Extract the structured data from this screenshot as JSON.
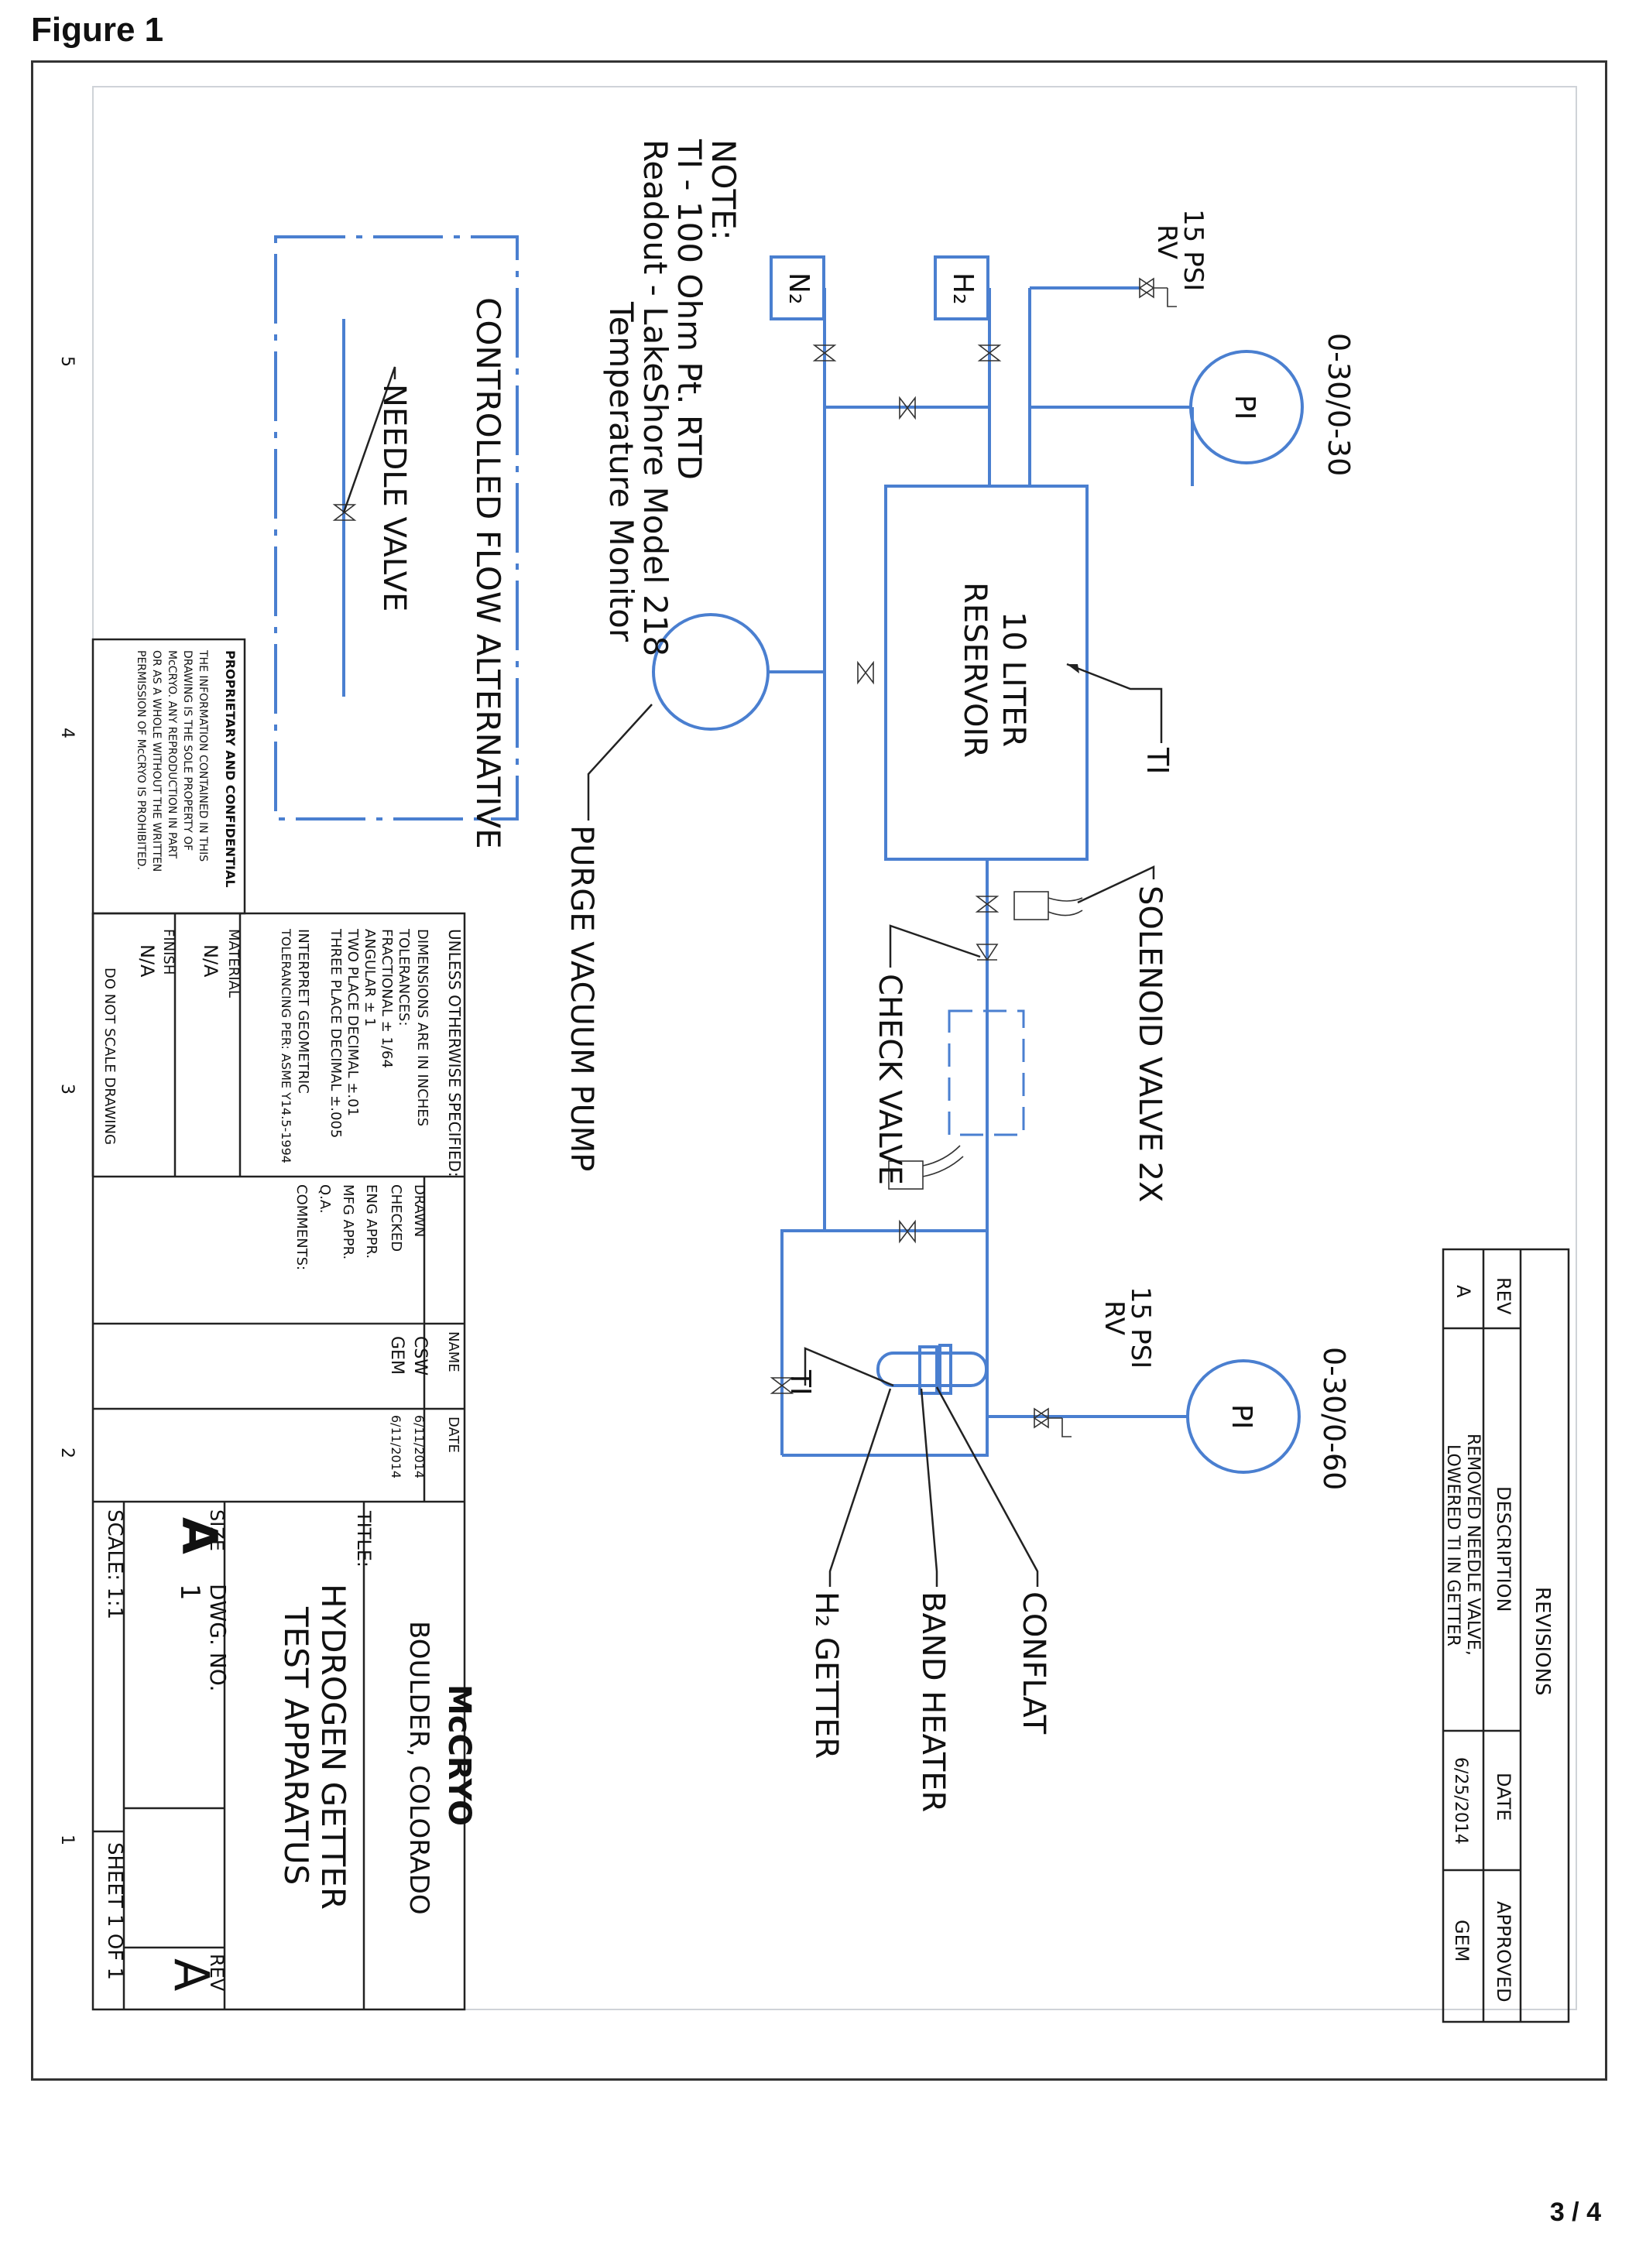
{
  "caption": "Figure 1",
  "page_number": "3 / 4",
  "gauges": {
    "left_range": "0-30/0-30",
    "right_range": "0-30/0-60",
    "gauge_label": "PI"
  },
  "relief_valves": {
    "label_psi": "15 PSI",
    "label_rv": "RV"
  },
  "gas_sources": {
    "h2": "H₂",
    "n2": "N₂"
  },
  "reservoir": {
    "line1": "10 LITER",
    "line2": "RESERVOIR"
  },
  "callouts": {
    "ti": "TI",
    "solenoid": "SOLENOID VALVE 2X",
    "check": "CHECK VALVE",
    "purge": "PURGE VACUUM PUMP",
    "conflat": "CONFLAT",
    "band_heater": "BAND HEATER",
    "getter": "H₂ GETTER",
    "getter_ti": "TI"
  },
  "note": {
    "line1": "NOTE:",
    "line2": "TI - 100 Ohm Pt. RTD",
    "line3": "Readout - LakeShore Model 218",
    "line4": "Temperature Monitor"
  },
  "alt_box": {
    "title": "CONTROLLED FLOW ALTERNATIVE",
    "valve": "NEEDLE VALVE"
  },
  "revisions": {
    "heading": "REVISIONS",
    "col_rev": "REV",
    "col_desc": "DESCRIPTION",
    "col_date": "DATE",
    "col_appr": "APPROVED",
    "rev": "A",
    "desc1": "REMOVED NEEDLE VALVE,",
    "desc2": "LOWERED TI IN GETTER",
    "date": "6/25/2014",
    "approved": "GEM"
  },
  "title_block": {
    "unless": "UNLESS OTHERWISE SPECIFIED:",
    "dims": "DIMENSIONS ARE IN INCHES",
    "tol": "TOLERANCES:",
    "frac": "FRACTIONAL ± 1/64",
    "ang": "ANGULAR ± 1",
    "two": "TWO PLACE DECIMAL   ±.01",
    "three": "THREE PLACE DECIMAL  ±.005",
    "interp": "INTERPRET GEOMETRIC",
    "tolper": "TOLERANCING PER: ASME Y14.5-1994",
    "material": "MATERIAL",
    "material_val": "N/A",
    "finish": "FINISH",
    "finish_val": "N/A",
    "noscale": "DO NOT SCALE DRAWING",
    "col_name": "NAME",
    "col_date": "DATE",
    "drawn": "DRAWN",
    "drawn_name": "CSW",
    "drawn_date": "6/11/2014",
    "checked": "CHECKED",
    "checked_name": "GEM",
    "checked_date": "6/11/2014",
    "eng": "ENG APPR.",
    "mfg": "MFG APPR.",
    "qa": "Q.A.",
    "comments": "COMMENTS:",
    "company": "McCRYO",
    "city": "BOULDER, COLORADO",
    "title_label": "TITLE:",
    "title1": "HYDROGEN GETTER",
    "title2": "TEST APPARATUS",
    "size_label": "SIZE",
    "size_val": "A",
    "dwg_label": "DWG.  NO.",
    "dwg_val": "1",
    "rev_label": "REV",
    "rev_val": "A",
    "scale": "SCALE: 1:1",
    "sheet": "SHEET 1 OF 1",
    "prop_head": "PROPRIETARY AND CONFIDENTIAL",
    "prop1": "THE INFORMATION CONTAINED IN THIS",
    "prop2": "DRAWING IS THE SOLE PROPERTY OF",
    "prop3": "McCRYO.  ANY REPRODUCTION IN PART",
    "prop4": "OR AS A WHOLE WITHOUT THE WRITTEN",
    "prop5": "PERMISSION OF McCRYO IS PROHIBITED."
  },
  "zones": [
    "5",
    "4",
    "3",
    "2",
    "1"
  ]
}
